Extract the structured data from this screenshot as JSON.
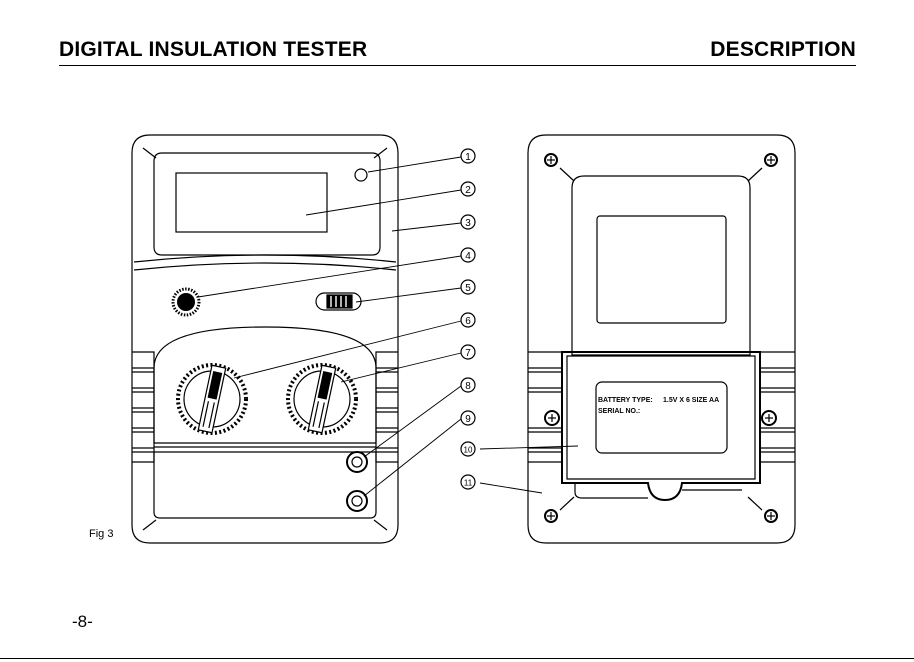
{
  "header": {
    "title_left": "DIGITAL INSULATION TESTER",
    "title_right": "DESCRIPTION"
  },
  "figure": {
    "label": "Fig  3",
    "callouts": [
      "1",
      "2",
      "3",
      "4",
      "5",
      "6",
      "7",
      "8",
      "9",
      "10",
      "11"
    ],
    "battery_label": {
      "line1_key": "BATTERY TYPE:",
      "line1_value": "1.5V X 6 SIZE AA",
      "line2_key": "SERIAL NO.:"
    }
  },
  "footer": {
    "page_number": "-8-"
  }
}
